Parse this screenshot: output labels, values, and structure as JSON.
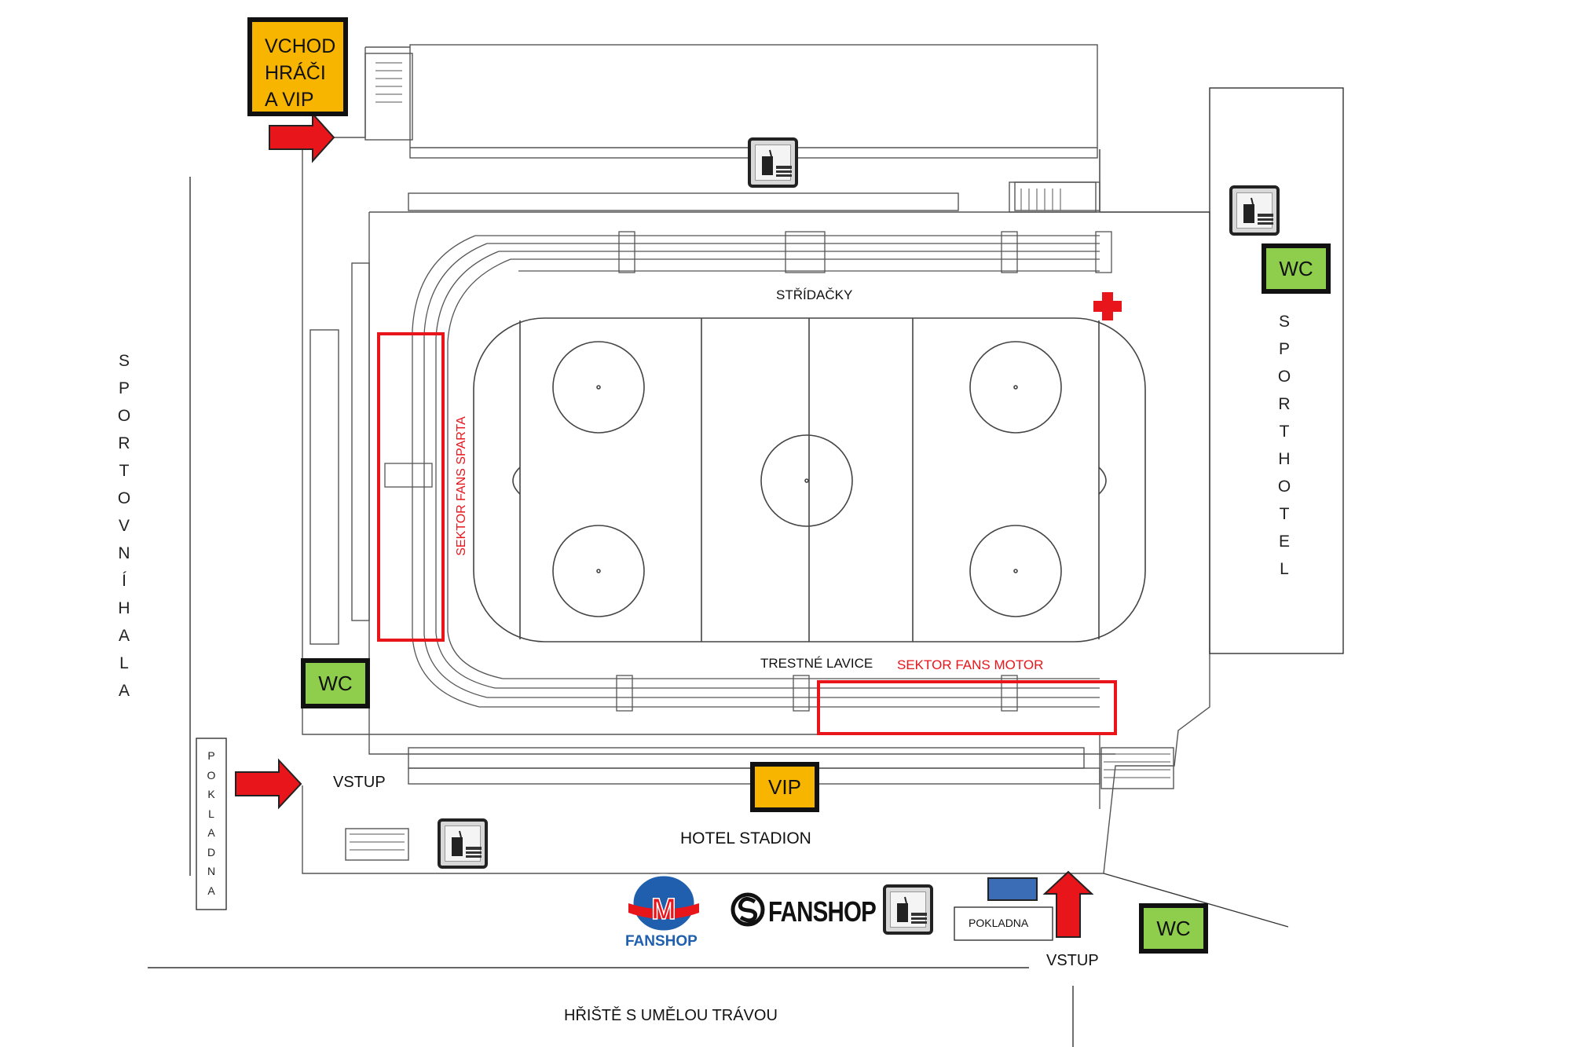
{
  "labels": {
    "vchod": "VCHOD\nHRÁČI\nA VIP",
    "wc": "WC",
    "vip": "VIP",
    "vstup": "VSTUP",
    "stridacky": "STŘÍDAČKY",
    "trestne_lavice": "TRESTNÉ LAVICE",
    "sektor_sparta": "SEKTOR FANS SPARTA",
    "sektor_motor": "SEKTOR FANS MOTOR",
    "hotel_stadion": "HOTEL STADION",
    "pokladna": "POKLADNA",
    "hriste": "HŘIŠTĚ S UMĚLOU TRÁVOU",
    "fanshop": "FANSHOP",
    "fanshop_motor": "FANSHOP",
    "fanshop_logo_letter": "M",
    "sportovni_hala": [
      "S",
      "P",
      "O",
      "R",
      "T",
      "O",
      "V",
      "N",
      "Í",
      "H",
      "A",
      "L",
      "A"
    ],
    "sporthotel": [
      "S",
      "P",
      "O",
      "R",
      "T",
      "H",
      "O",
      "T",
      "E",
      "L"
    ],
    "pokladna_vertical": [
      "P",
      "O",
      "K",
      "L",
      "A",
      "D",
      "N",
      "A"
    ]
  },
  "icons": {
    "refreshment": "drink-and-food-icon",
    "first_aid": "first-aid-cross-icon",
    "entrance": "red-arrow-icon",
    "fanshop_logo": "s-logo-icon"
  },
  "colors": {
    "wc": "#8fce4c",
    "vip": "#f7b500",
    "sector": "#e8151b",
    "arrow": "#e8151b",
    "motor_blue": "#1f5fae",
    "pokladna_box": "#3a6db5"
  }
}
